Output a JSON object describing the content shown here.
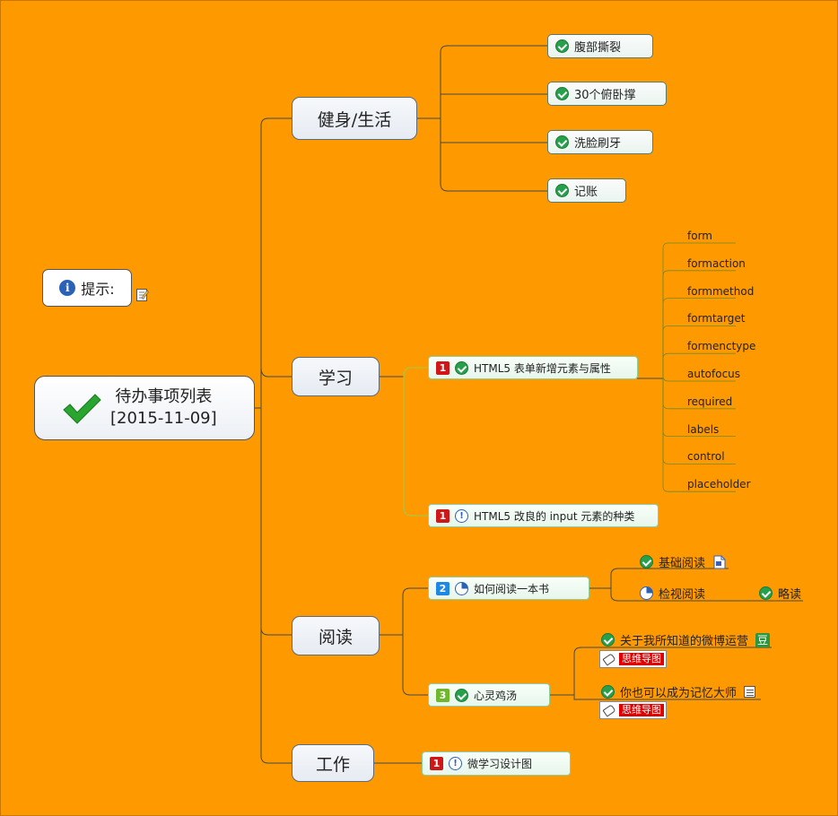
{
  "root": {
    "title": "待办事项列表",
    "date": "[2015-11-09]"
  },
  "hint": {
    "label": "提示:"
  },
  "categories": {
    "fitness": "健身/生活",
    "study": "学习",
    "reading": "阅读",
    "work": "工作"
  },
  "fitness_tasks": [
    "腹部撕裂",
    "30个俯卧撑",
    "洗脸刷牙",
    "记账"
  ],
  "study_tasks": {
    "html5_form": {
      "priority": "1",
      "label": "HTML5 表单新增元素与属性"
    },
    "html5_input": {
      "priority": "1",
      "label": "HTML5 改良的 input 元素的种类"
    }
  },
  "form_attributes": [
    "form",
    "formaction",
    "formmethod",
    "formtarget",
    "formenctype",
    "autofocus",
    "required",
    "labels",
    "control",
    "placeholder"
  ],
  "reading_tasks": {
    "how_to_read": {
      "priority": "2",
      "label": "如何阅读一本书"
    },
    "chicken_soup": {
      "priority": "3",
      "label": "心灵鸡汤"
    }
  },
  "reading_subitems": {
    "basic": "基础阅读",
    "inspect": "检视阅读",
    "skim": "略读"
  },
  "soup_items": {
    "weibo": "关于我所知道的微博运营",
    "memory": "你也可以成为记忆大师",
    "weibo_tag": "思维导图",
    "memory_tag": "思维导图",
    "douban_glyph": "豆"
  },
  "work_tasks": {
    "micro_learning": {
      "priority": "1",
      "label": "微学习设计图"
    }
  },
  "colors": {
    "background": "#ff9900",
    "check_green": "#26a04a",
    "priority_red": "#d01717",
    "priority_blue": "#1e88e5",
    "priority_green": "#6fb82c",
    "tag_red": "#e00000"
  }
}
